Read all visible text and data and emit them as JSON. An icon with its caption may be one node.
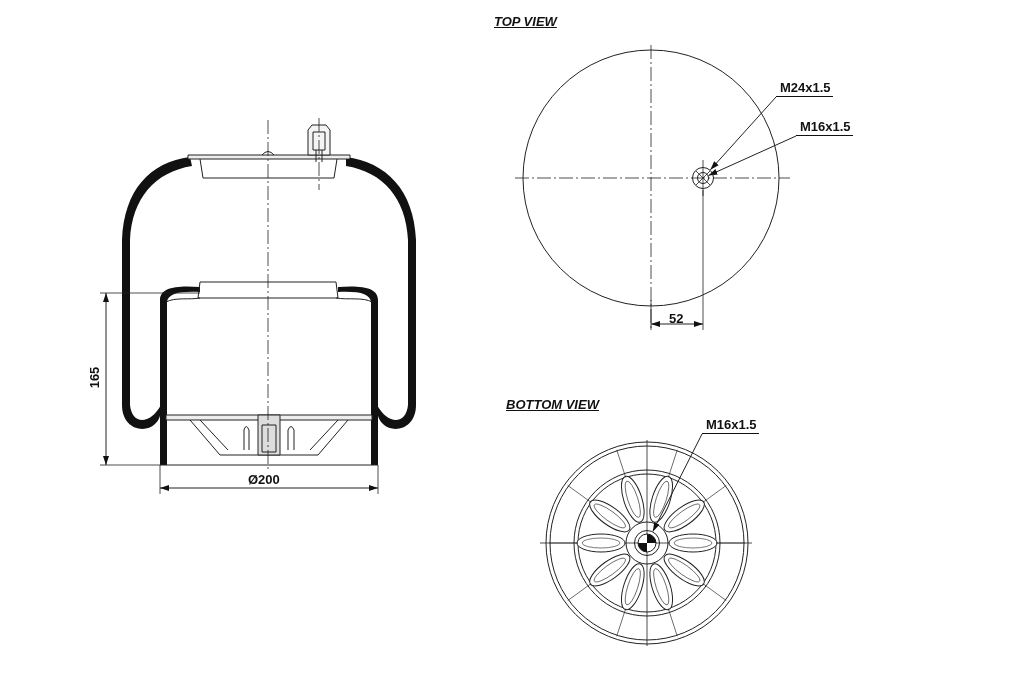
{
  "diagram": {
    "nodes": [
      {
        "text": [
          "M24x1.5"
        ]
      },
      {
        "text": [
          "M16x1.5"
        ]
      },
      {
        "text": [],
        "shape": "circle"
      },
      {
        "text": [],
        "shape": "circle",
        "in": 2
      },
      {
        "text": [
          "M16x1.5"
        ]
      },
      {
        "text": [],
        "shape": "circle"
      }
    ],
    "edges": [
      {
        "from": 0,
        "to": 2,
        "arrow": "to"
      },
      {
        "from": 1,
        "to": 3,
        "arrow": "to"
      },
      {
        "from": 4,
        "to": 5,
        "arrow": "to"
      }
    ],
    "labels": [
      "TOP VIEW",
      "165",
      "Ø200",
      "52",
      "BOTTOM VIEW"
    ]
  }
}
